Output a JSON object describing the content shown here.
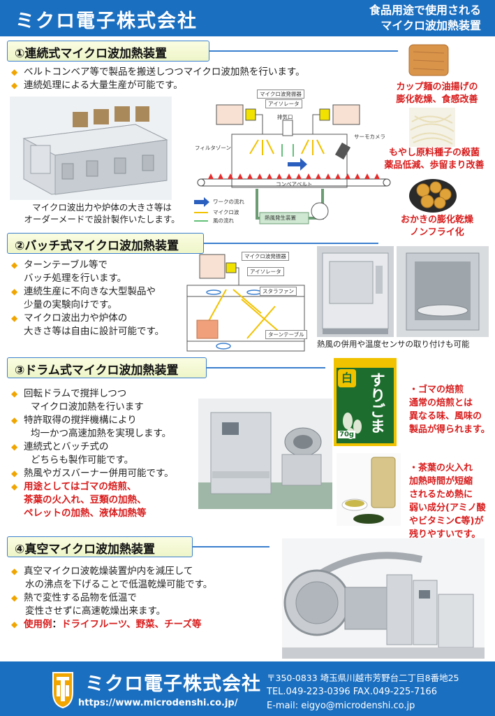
{
  "header": {
    "brand": "ミクロ電子株式会社",
    "subtitle_1": "食品用途で使用される",
    "subtitle_2": "マイクロ波加熱装置"
  },
  "sections": {
    "continuous": {
      "title": "①連続式マイクロ波加熱装置",
      "bullets": [
        "ベルトコンベア等で製品を搬送しつつマイクロ波加熱を行います。",
        "連続処理による大量生産が可能です。"
      ],
      "caption_1": "マイクロ波出力や炉体の大きさ等は",
      "caption_2": "オーダーメードで設計製作いたします。",
      "diagram": {
        "generator": "マイクロ波発振器",
        "isolator": "アイソレータ",
        "exhaust": "排気口",
        "thermo_camera": "サーモカメラ",
        "filter_zone": "フィルタゾーン",
        "conveyor_belt": "コンベアベルト",
        "hot_air_unit": "熱風発生装置",
        "legend_work": "ワークの流れ",
        "legend_mw": "マイクロ波",
        "legend_air": "風の流れ"
      },
      "examples": [
        {
          "line1": "カップ麺の油揚げの",
          "line2": "膨化乾燥、食感改善"
        },
        {
          "line1": "もやし原料種子の殺菌",
          "line2": "薬品低減、歩留まり改善"
        },
        {
          "line1": "おかきの膨化乾燥",
          "line2": "ノンフライ化"
        }
      ]
    },
    "batch": {
      "title": "②バッチ式マイクロ波加熱装置",
      "bullets": [
        "ターンテーブル等で",
        "バッチ処理を行います。",
        "連続生産に不向きな大型製品や",
        "少量の実験向けです。",
        "マイクロ波出力や炉体の",
        "大きさ等は自由に設計可能です。"
      ],
      "diagram": {
        "generator": "マイクロ波発振器",
        "isolator": "アイソレータ",
        "stirrer": "スタラファン",
        "turntable": "ターンテーブル"
      },
      "photo_caption": "熱風の併用や温度センサの取り付けも可能"
    },
    "drum": {
      "title": "③ドラム式マイクロ波加熱装置",
      "bullets": [
        "回転ドラムで撹拌しつつ",
        "マイクロ波加熱を行います",
        "特許取得の撹拌機構により",
        "均一かつ高速加熱を実現します。",
        "連続式とバッチ式の",
        "どちらも製作可能です。",
        "熱風やガスバーナー併用可能です。",
        "用途としてはゴマの焙煎、",
        "茶葉の火入れ、豆類の加熱、",
        "ペレットの加熱、液体加熱等"
      ],
      "sesame_note": [
        "・ゴマの焙煎",
        "通常の焙煎とは",
        "異なる味、風味の",
        "製品が得られます。"
      ],
      "tea_note": [
        "・茶葉の火入れ",
        "加熱時間が短縮",
        "されるため熱に",
        "弱い成分(アミノ酸",
        "やビタミンC等)が",
        "残りやすいです。"
      ],
      "sesame_package": {
        "big": "すりごま",
        "small": "白",
        "weight": "70g"
      }
    },
    "vacuum": {
      "title": "④真空マイクロ波加熱装置",
      "bullets": [
        "真空マイクロ波乾燥装置炉内を減圧して",
        "水の沸点を下げることで低温乾燥可能です。",
        "熱で変性する品物を低温で",
        "変性させずに高速乾燥出来ます。"
      ],
      "usage_label": "使用例",
      "usage_colon": "：",
      "usage_items": "ドライフルーツ、野菜、チーズ等"
    }
  },
  "footer": {
    "brand": "ミクロ電子株式会社",
    "url": "https://www.microdenshi.co.jp/",
    "address": "〒350-0833 埼玉県川越市芳野台二丁目8番地25",
    "tel_fax": "TEL.049-223-0396  FAX.049-225-7166",
    "email": "E-mail: eigyo@microdenshi.co.jp"
  },
  "colors": {
    "brand_blue": "#1b6fc0",
    "accent_red": "#d81b1b",
    "bullet_orange": "#f0a500",
    "title_bg": "#eef5c8"
  }
}
